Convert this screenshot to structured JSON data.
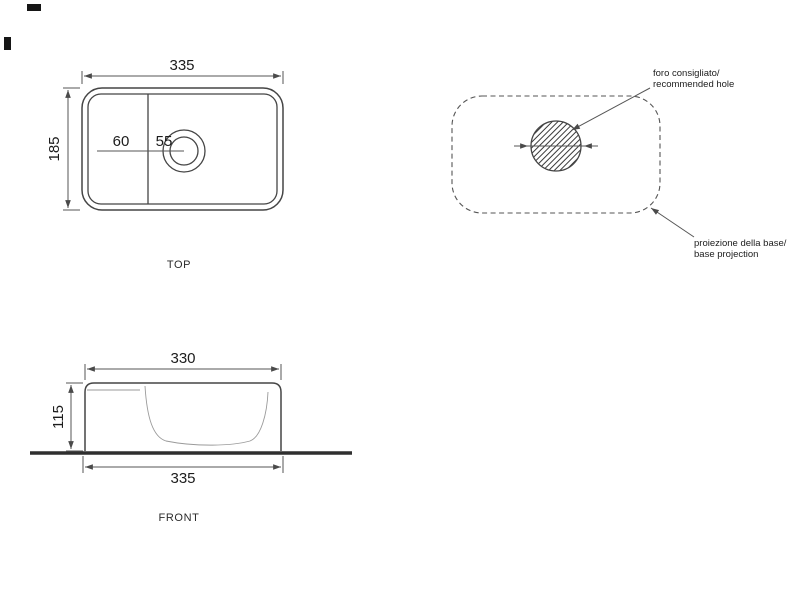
{
  "top_view": {
    "caption": "TOP",
    "dims": {
      "width": "335",
      "depth": "185",
      "ledge_offset": "60",
      "hole_offset": "55"
    }
  },
  "projection_view": {
    "hole_note": [
      "foro consigliato/",
      "recommended hole"
    ],
    "base_note": [
      "proiezione della base/",
      "base projection"
    ]
  },
  "front_view": {
    "caption": "FRONT",
    "dims": {
      "top_width": "330",
      "height": "115",
      "base_width": "335"
    }
  },
  "colors": {
    "line": "#454545",
    "dimension_line": "#555555",
    "text": "#1c1c1c",
    "hatch": "#3a3a3a",
    "background": "#ffffff"
  }
}
